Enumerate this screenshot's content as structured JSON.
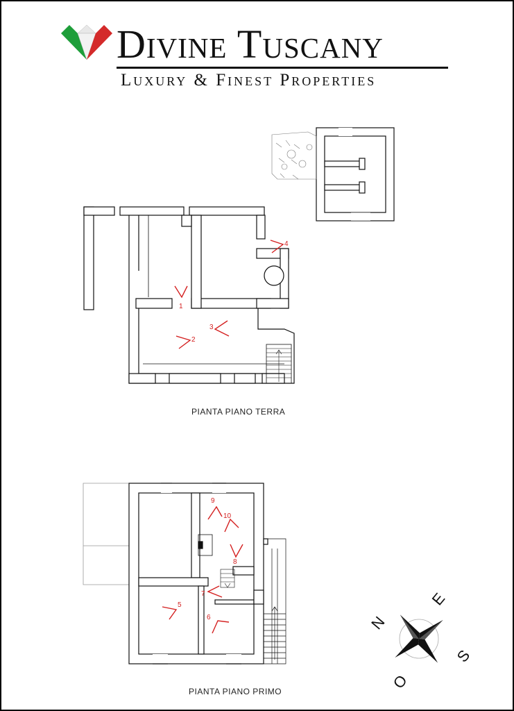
{
  "brand": {
    "name": "Divine Tuscany",
    "tagline": "Luxury & Finest Properties",
    "colors": {
      "green": "#1e9e3a",
      "white": "#f2f2f2",
      "red": "#d42a2a",
      "text": "#111111"
    },
    "logo_icon": "diamond-flag-icon"
  },
  "plans": {
    "ground": {
      "caption": "PIANTA PIANO TERRA"
    },
    "first": {
      "caption": "PIANTA PIANO PRIMO"
    }
  },
  "annotations": {
    "ground": [
      {
        "label": "1"
      },
      {
        "label": "2"
      },
      {
        "label": "3"
      },
      {
        "label": "4"
      }
    ],
    "first": [
      {
        "label": "5"
      },
      {
        "label": "6"
      },
      {
        "label": "7"
      },
      {
        "label": "8"
      },
      {
        "label": "9"
      },
      {
        "label": "10"
      }
    ],
    "color": "#d42020"
  },
  "compass": {
    "icon": "compass-rose-icon",
    "letters": {
      "n": "N",
      "e": "E",
      "s": "S",
      "o": "O"
    }
  }
}
